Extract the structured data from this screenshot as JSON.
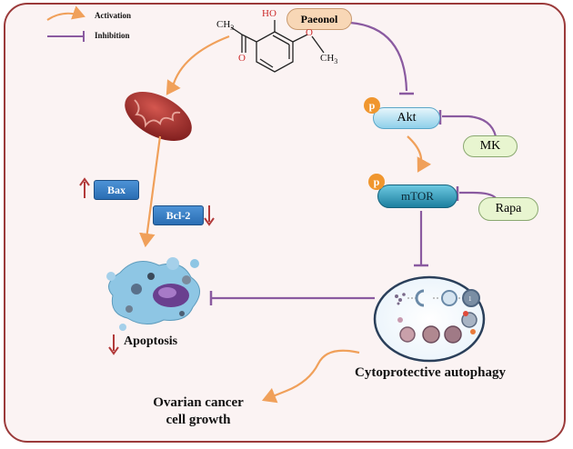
{
  "legend": {
    "activation": "Activation",
    "inhibition": "Inhibition"
  },
  "compound": {
    "name": "Paeonol",
    "atom_ho": "HO",
    "atom_ch3_top": "CH",
    "atom_ch3_top_sub": "3",
    "atom_o_carbonyl": "O",
    "atom_o_methoxy": "O",
    "atom_ch3_right": "CH",
    "atom_ch3_right_sub": "3"
  },
  "nodes": {
    "akt": "Akt",
    "mtor": "mTOR",
    "mk": "MK",
    "rapa": "Rapa",
    "bax": "Bax",
    "bcl2": "Bcl-2",
    "phospho": "p",
    "apoptosis": "Apoptosis",
    "autophagy": "Cytoprotective  autophagy",
    "outcome_line1": "Ovarian cancer",
    "outcome_line2": "cell growth"
  },
  "colors": {
    "activation_arrow": "#f0a05a",
    "inhibition_arrow": "#8a5aa0",
    "frame_border": "#9b3a3a",
    "blue_box": "#2f78c4",
    "green_pill": "#e8f5d0",
    "paeonol_pill": "#f8d7b6",
    "phospho": "#f0962e",
    "up_down_arrow": "#b23a3a",
    "mitochondria": "#9e2a2a"
  }
}
